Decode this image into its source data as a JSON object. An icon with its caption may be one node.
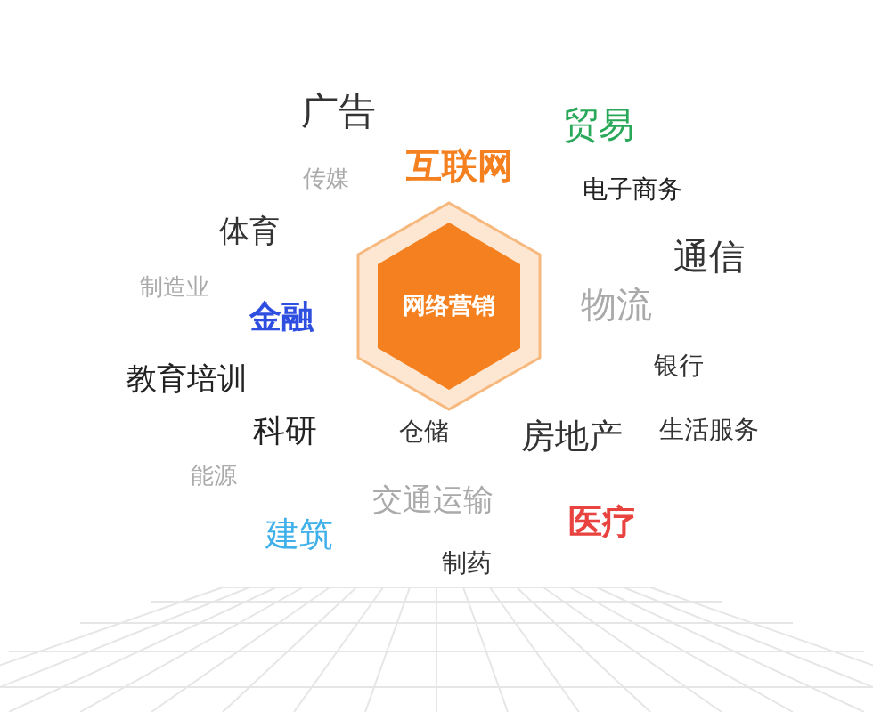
{
  "diagram": {
    "nodes": [
      {
        "text": [
          "网络营销"
        ]
      }
    ],
    "labels": [
      "广告",
      "贸易",
      "互联网",
      "传媒",
      "电子商务",
      "体育",
      "通信",
      "制造业",
      "金融",
      "物流",
      "银行",
      "教育培训",
      "科研",
      "仓储",
      "房地产",
      "生活服务",
      "能源",
      "交通运输",
      "建筑",
      "医疗",
      "制药"
    ]
  }
}
